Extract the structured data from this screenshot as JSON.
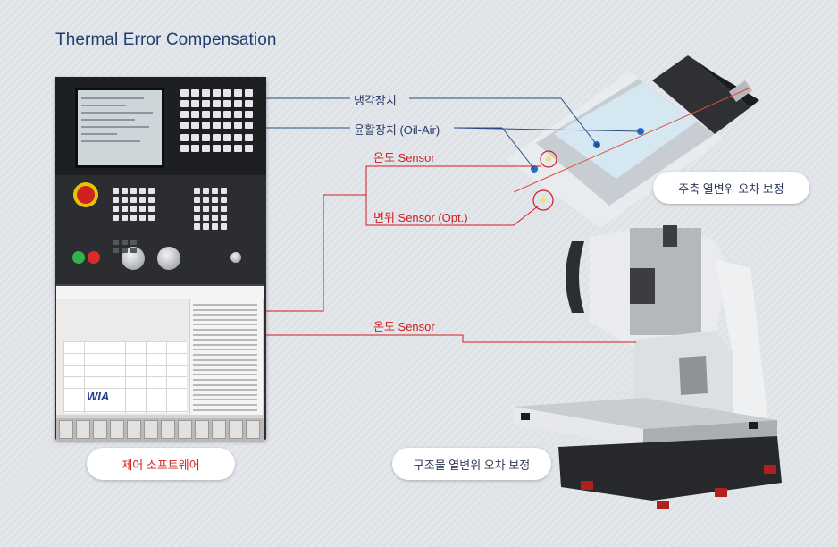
{
  "title": "Thermal Error Compensation",
  "labels": {
    "cooling": "냉각장치",
    "lubrication": "윤활장치 (Oil-Air)",
    "temp_sensor_spindle": "온도 Sensor",
    "displacement_sensor": "변위 Sensor (Opt.)",
    "temp_sensor_structure": "온도 Sensor"
  },
  "badges": {
    "software": "제어 소프트웨어",
    "spindle": "주축 열변위 오차 보정",
    "structure": "구조물 열변위 오차 보정"
  },
  "logo": "WIA",
  "colors": {
    "title": "#1f3e6e",
    "navy_line": "#2b4c80",
    "red_line": "#d11c1c",
    "background": "#dfe3e8"
  },
  "icons": [
    "emergency-stop-icon",
    "spindle-cutaway-icon",
    "machine-center-icon"
  ]
}
